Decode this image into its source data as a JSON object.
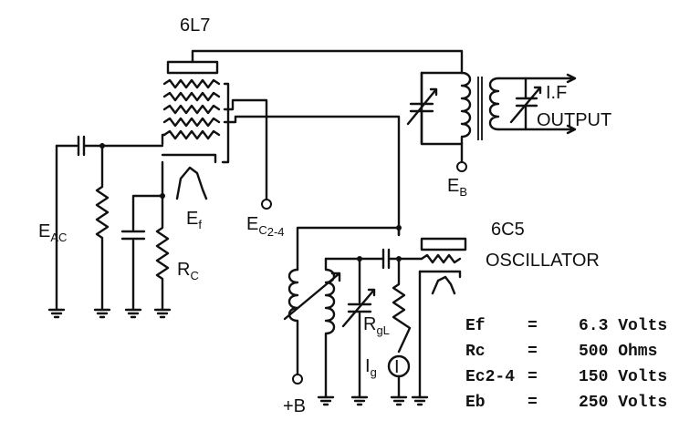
{
  "tubes": {
    "mixer": "6L7",
    "oscillator_type": "6C5",
    "oscillator_label": "OSCILLATOR"
  },
  "labels": {
    "eac_main": "E",
    "eac_sub": "AC",
    "ef_main": "E",
    "ef_sub": "f",
    "rc_main": "R",
    "rc_sub": "C",
    "ec_main": "E",
    "ec_sub": "C",
    "ec_sub2": "2-4",
    "eb_main": "E",
    "eb_sub": "B",
    "if_line1": "I.F",
    "if_line2": "OUTPUT",
    "rgl_main": "R",
    "rgl_sub": "gL",
    "ig_main": "I",
    "ig_sub": "g",
    "ammeter": "I",
    "plus_b": "+B"
  },
  "specs": [
    {
      "sym": "Ef",
      "eq": "=",
      "val": "6.3 Volts"
    },
    {
      "sym": "Rc",
      "eq": "=",
      "val": "500 Ohms"
    },
    {
      "sym": "Ec2-4",
      "eq": "=",
      "val": "150 Volts"
    },
    {
      "sym": "Eb",
      "eq": "=",
      "val": "250 Volts"
    }
  ]
}
